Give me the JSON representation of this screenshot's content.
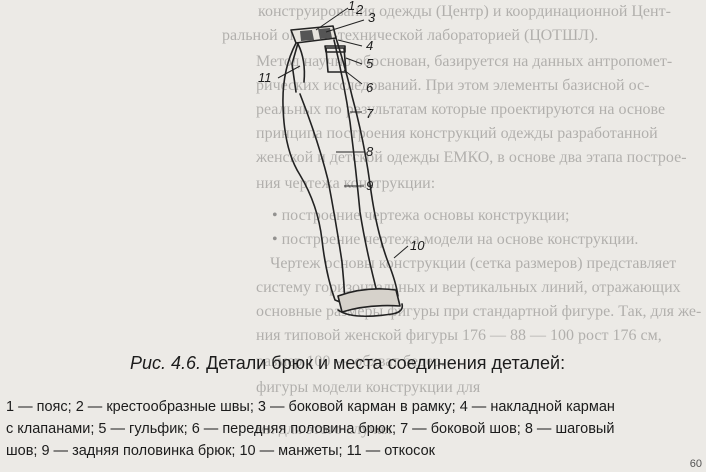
{
  "bleed_through": [
    "конструирования одежды (Центр) и координационной Цент-",
    "ральной опытно-технической лабораторией (ЦОТШЛ).",
    "Метод научно обоснован, базируется на данных антропомет-",
    "рических исследований. При этом элементы базисной ос-",
    "реальных по результатам которые проектируются на основе",
    "принципа построения конструкций одежды разработанной",
    "женской и детской одежды ЕМКО, в основе два этапа построе-",
    "ния чертежа конструкции:",
    "построение чертежа основы конструкции;",
    "построение чертежа модели на основе конструкции.",
    "Чертеж основы конструкции (сетка размеров) представляет",
    "систему горизонтальных и вертикальных линий, отражающих",
    "основные размеры фигуры при стандартной фигуре. Так, для же-",
    "ния типовой женской фигуры 176 — 88 — 100 рост 176 см,",
    "размер 100 — обхват бедер.",
    "фигуры модели конструкции для",
    "ми для этого случая"
  ],
  "figure": {
    "callouts": [
      "1",
      "2",
      "3",
      "4",
      "5",
      "6",
      "7",
      "8",
      "9",
      "10",
      "11"
    ]
  },
  "caption": {
    "fig_label": "Рис. 4.6.",
    "title": "Детали брюк и места соединения деталей:"
  },
  "legend": {
    "line1": "1 — пояс; 2 — крестообразные швы; 3 — боковой карман в рамку; 4 — накладной карман",
    "line2": "с клапанами; 5 — гульфик; 6 — передняя половина брюк; 7 — боковой шов; 8 — шаговый",
    "line3": "шов; 9 — задняя половинка брюк; 10 — манжеты; 11 — откосок"
  },
  "page_corner": "60"
}
